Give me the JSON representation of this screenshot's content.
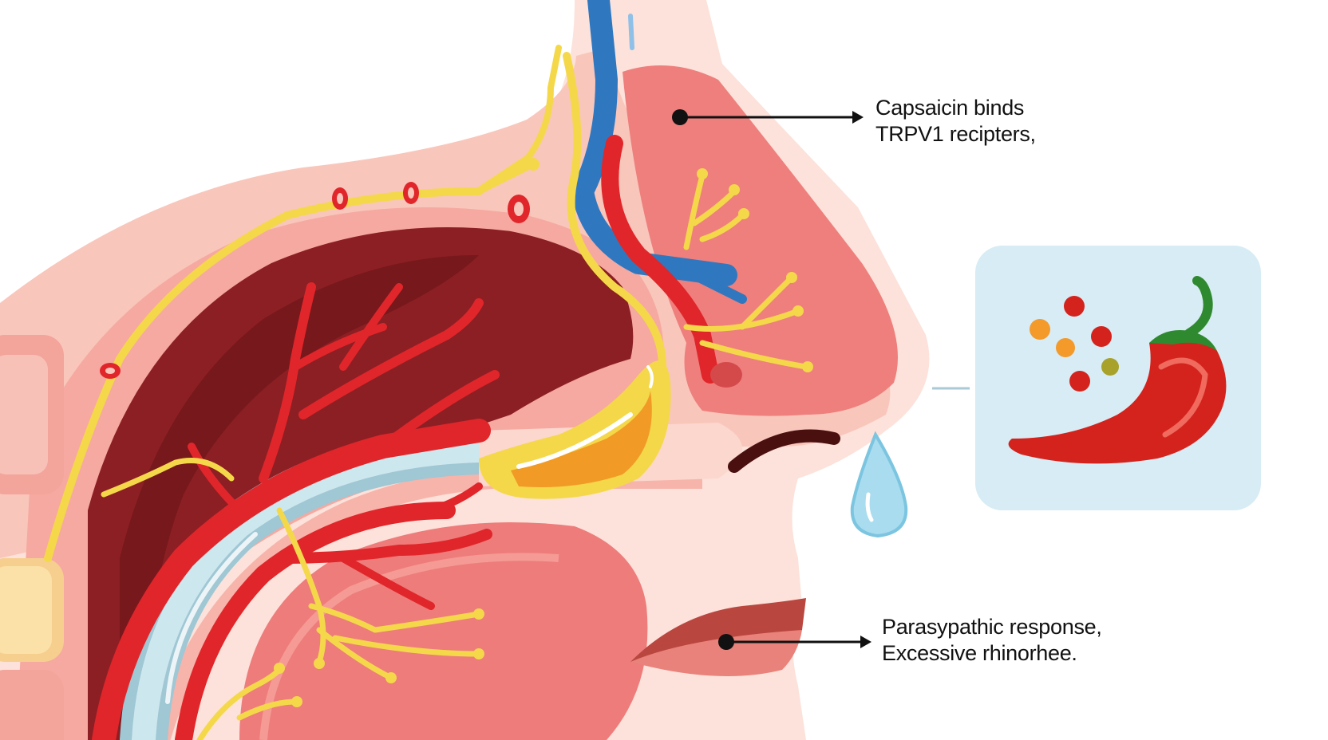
{
  "annotations": {
    "top": {
      "line1": "Capsaicin binds",
      "line2": "TRPV1 recipters,"
    },
    "bottom": {
      "line1": "Parasypathic response,",
      "line2": "Excessive rhinorhee."
    }
  },
  "colors": {
    "skin_light": "#fbd3c9",
    "skin_mid": "#f4b2a6",
    "tissue": "#ec7f7d",
    "cavity": "#8a1e22",
    "artery": "#e0262a",
    "nerve": "#f4d84a",
    "vein": "#2f78c0",
    "tear": "#a9dcef",
    "panel_bg": "#d7ecf4",
    "pepper": "#d4231d",
    "pepper_stem": "#2f8a2f"
  },
  "icons": [
    "chili-pepper-icon",
    "spice-particles-icon",
    "tear-drop-icon"
  ]
}
